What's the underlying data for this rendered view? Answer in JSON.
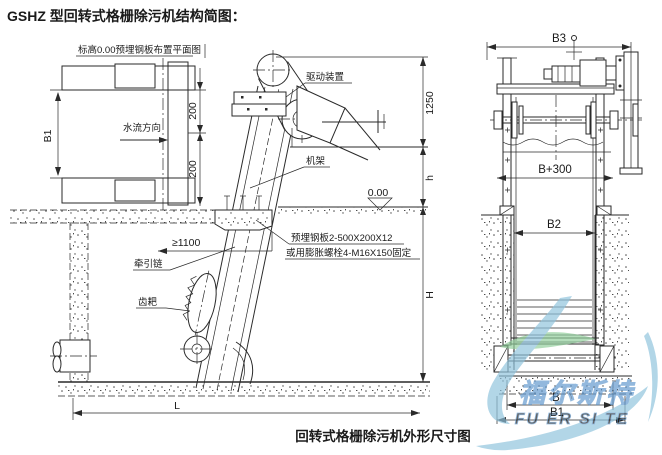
{
  "drawing": {
    "title": "GSHZ 型回转式格栅除污机结构简图：",
    "caption": "回转式格栅除污机外形尺寸图"
  },
  "plan_view": {
    "subtitle": "标高0.00预埋钢板布置平面图",
    "flow_direction": "水流方向",
    "dim_width": "B1",
    "dim_offset_top": "200",
    "dim_offset_bottom": "200"
  },
  "elevation_view": {
    "label_drive": "驱动装置",
    "label_frame": "机架",
    "label_chain": "牵引链",
    "label_rake": "齿耙",
    "note_plate_line1": "预埋钢板2-500X200X12",
    "note_plate_line2": "或用膨胀螺栓4-M16X150固定",
    "dim_level": "0.00",
    "dim_top": "1250",
    "dim_h": "h",
    "dim_H": "H",
    "dim_clearance": "≥1100",
    "dim_length": "L"
  },
  "side_view": {
    "dim_overall_width": "B3",
    "dim_frame_width": "B+300",
    "dim_channel_width": "B2",
    "dim_b": "B",
    "dim_b1": "B1"
  },
  "watermark": {
    "name_cn": "福尔斯特",
    "name_en": "FU ER SI TE",
    "color_blue": "#8fc3dd",
    "color_green": "#92cf9c",
    "text_fill": "#c9e0f2",
    "text_stroke": "#5f97cd"
  },
  "palette": {
    "line": "#2a2a2a",
    "background": "#ffffff"
  }
}
